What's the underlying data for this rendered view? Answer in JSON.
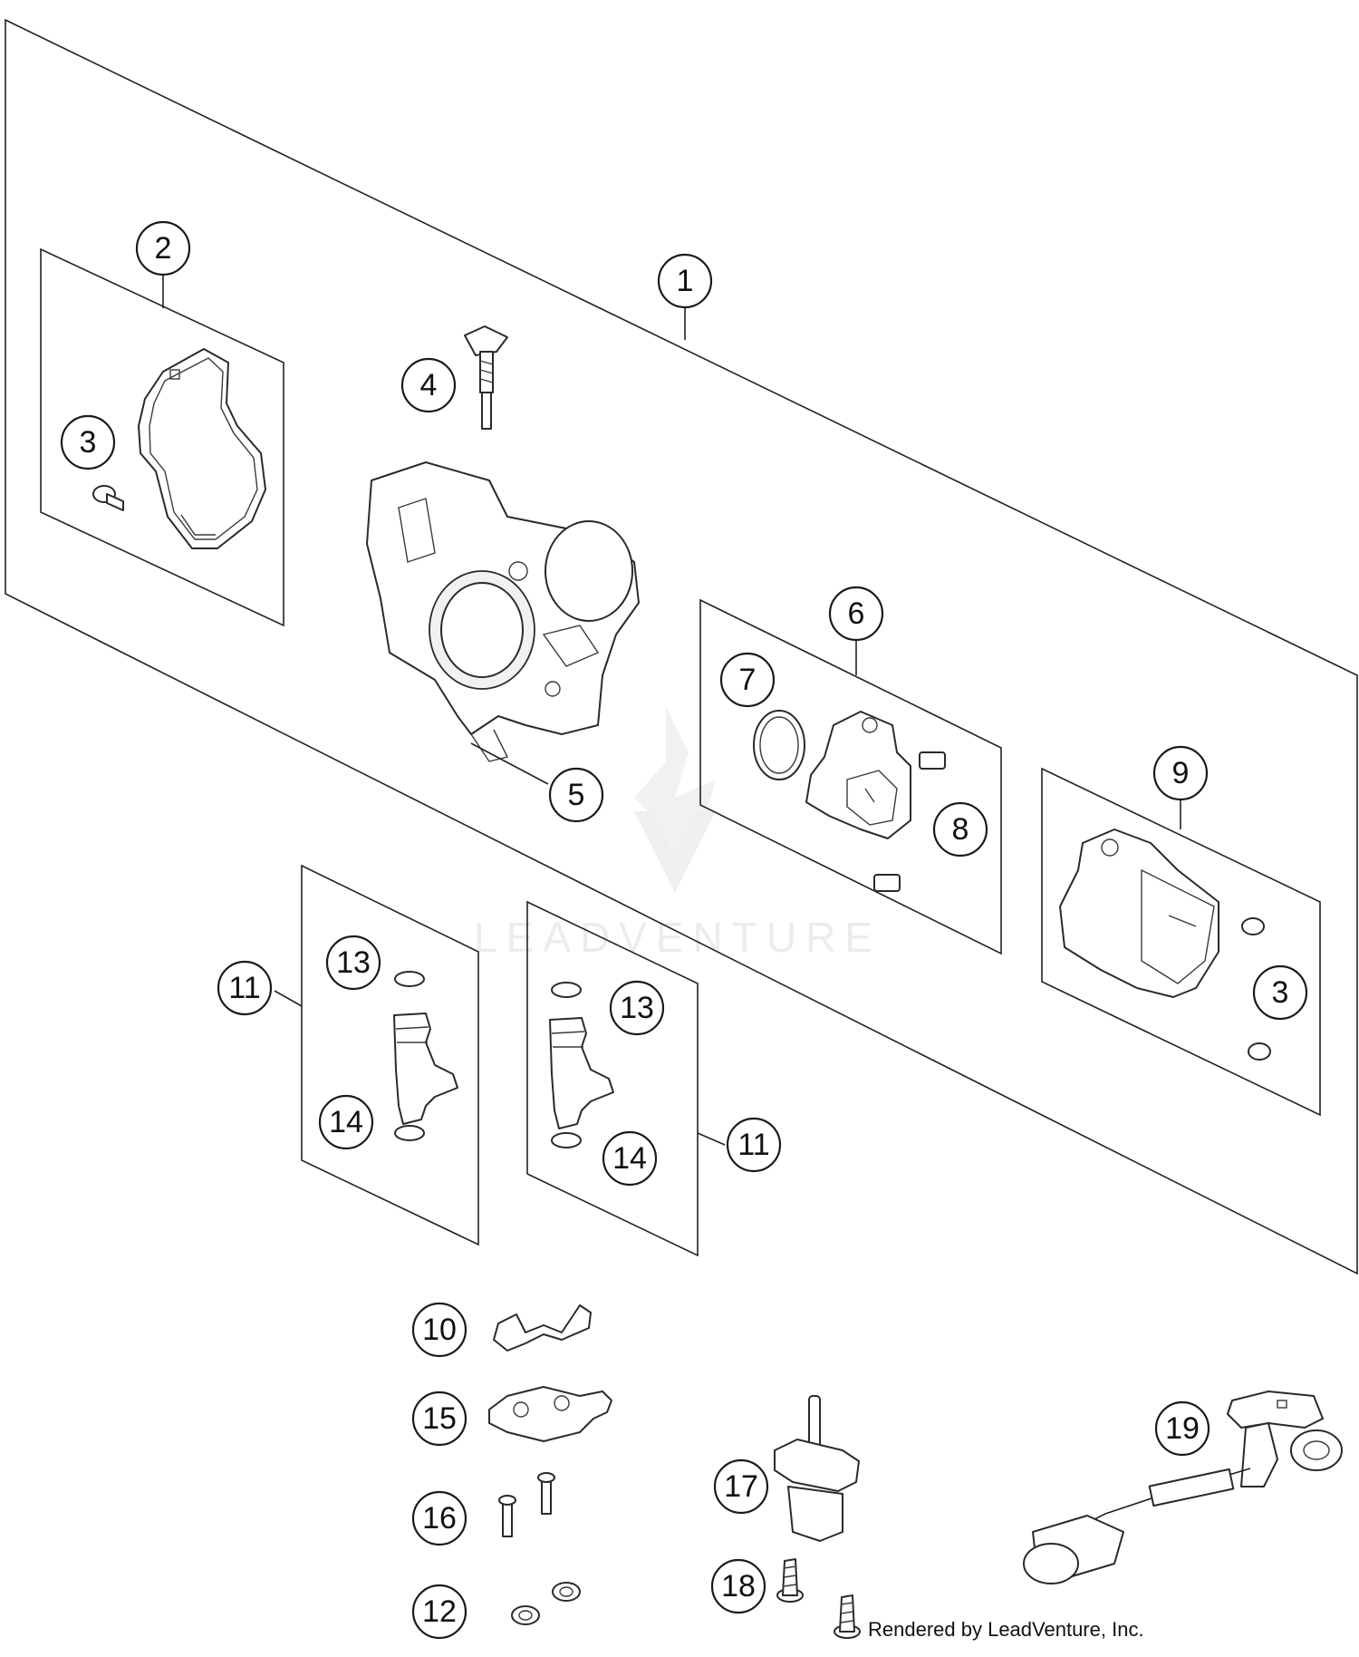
{
  "callouts": [
    {
      "id": "c1",
      "label": "1"
    },
    {
      "id": "c2",
      "label": "2"
    },
    {
      "id": "c3a",
      "label": "3"
    },
    {
      "id": "c3b",
      "label": "3"
    },
    {
      "id": "c4",
      "label": "4"
    },
    {
      "id": "c5",
      "label": "5"
    },
    {
      "id": "c6",
      "label": "6"
    },
    {
      "id": "c7",
      "label": "7"
    },
    {
      "id": "c8",
      "label": "8"
    },
    {
      "id": "c9",
      "label": "9"
    },
    {
      "id": "c10",
      "label": "10"
    },
    {
      "id": "c11a",
      "label": "11"
    },
    {
      "id": "c11b",
      "label": "11"
    },
    {
      "id": "c12",
      "label": "12"
    },
    {
      "id": "c13a",
      "label": "13"
    },
    {
      "id": "c13b",
      "label": "13"
    },
    {
      "id": "c14a",
      "label": "14"
    },
    {
      "id": "c14b",
      "label": "14"
    },
    {
      "id": "c15",
      "label": "15"
    },
    {
      "id": "c16",
      "label": "16"
    },
    {
      "id": "c17",
      "label": "17"
    },
    {
      "id": "c18",
      "label": "18"
    },
    {
      "id": "c19",
      "label": "19"
    }
  ],
  "watermark": "LEADVENTURE",
  "credit": "Rendered by LeadVenture, Inc.",
  "colors": {
    "line": "#222222",
    "background": "#ffffff",
    "watermark": "#ececec"
  }
}
